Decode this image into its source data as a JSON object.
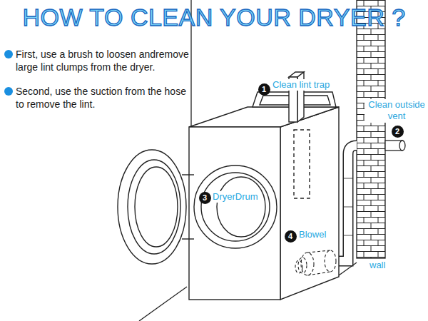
{
  "diagram": {
    "title": "HOW TO CLEAN YOUR DRYER ?",
    "nodes": [
      {
        "text": [
          "1"
        ]
      },
      {
        "text": [
          "2"
        ]
      },
      {
        "text": [
          "3"
        ]
      },
      {
        "text": [
          "4"
        ]
      }
    ],
    "labels": [
      "First, use a brush to loosen andremove large lint clumps from the dryer.",
      "Second, use the suction from the hose to remove the lint.",
      "Clean lint trap",
      "Clean outside vent",
      "DryerDrum",
      "Blowel",
      "wall"
    ]
  }
}
